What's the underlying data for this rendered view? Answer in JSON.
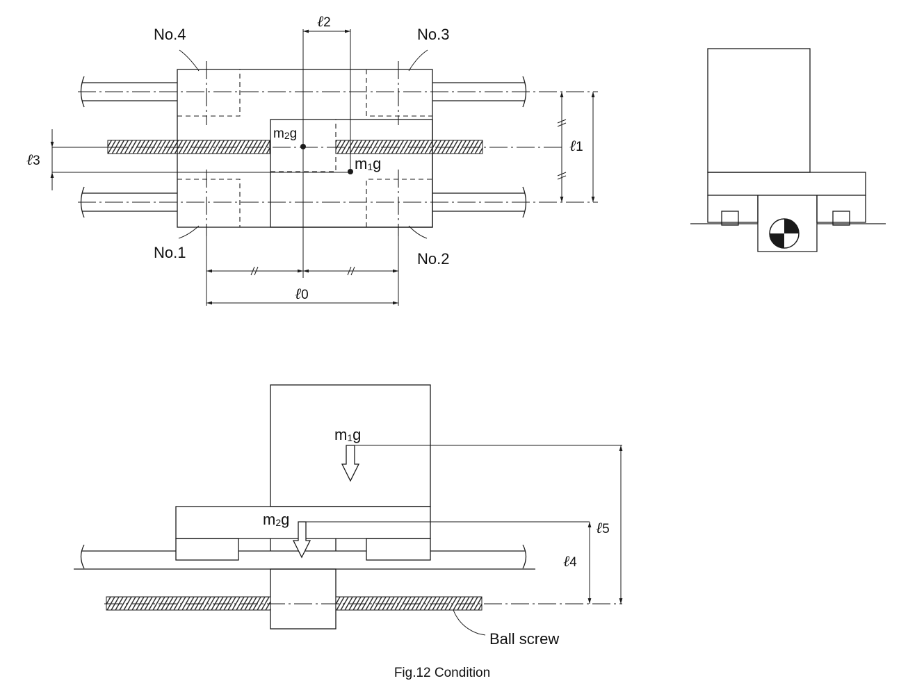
{
  "figure": {
    "caption": "Fig.12 Condition",
    "blocks": {
      "no1": "No.1",
      "no2": "No.2",
      "no3": "No.3",
      "no4": "No.4"
    },
    "loads": {
      "m1g_m": "m",
      "m1g_sub": "1",
      "m1g_g": "g",
      "m2g_m": "m",
      "m2g_sub": "2",
      "m2g_g": "g"
    },
    "dimensions": {
      "l_symbol": "ℓ",
      "l0": "0",
      "l1": "1",
      "l2": "2",
      "l3": "3",
      "l4": "4",
      "l5": "5"
    },
    "labels": {
      "ball_screw": "Ball screw"
    },
    "colors": {
      "line": "#1a1a1a",
      "background": "#ffffff"
    }
  }
}
